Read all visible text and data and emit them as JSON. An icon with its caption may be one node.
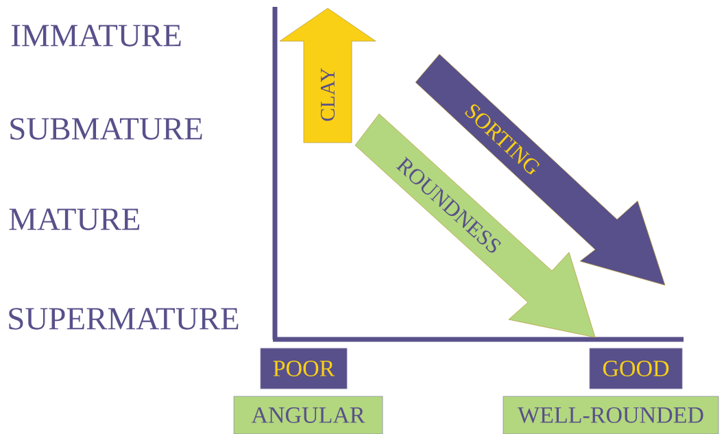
{
  "diagram": {
    "nodes": [
      {
        "text": [
          "CLAY"
        ]
      },
      {
        "text": [
          "SORTING"
        ]
      },
      {
        "text": [
          "ROUNDNESS"
        ]
      },
      {
        "text": [
          "POOR"
        ]
      },
      {
        "text": [
          "GOOD"
        ]
      },
      {
        "text": [
          "ANGULAR"
        ]
      },
      {
        "text": [
          "WELL-ROUNDED"
        ]
      }
    ],
    "labels": [
      "IMMATURE",
      "SUBMATURE",
      "MATURE",
      "SUPERMATURE"
    ]
  }
}
